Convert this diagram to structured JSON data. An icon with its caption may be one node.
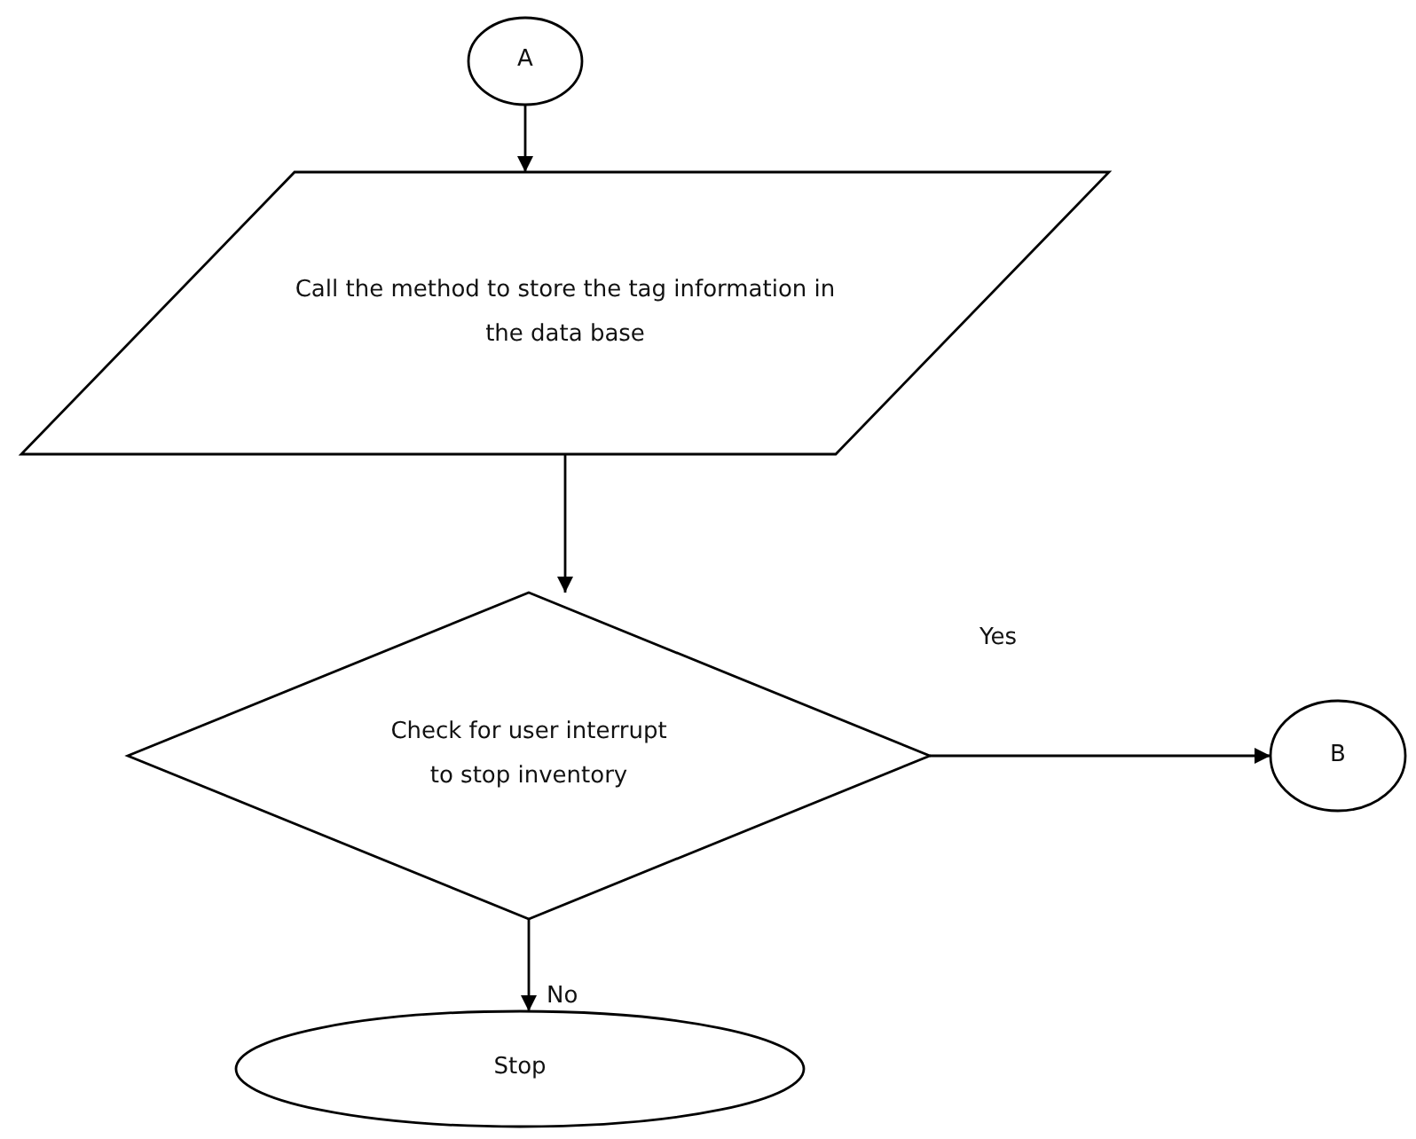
{
  "diagram": {
    "nodes": [
      {
        "text": [
          "A"
        ]
      },
      {
        "text": [
          "Call the method to store the tag information in the data base"
        ]
      },
      {
        "text": [
          "Check for user interrupt to stop inventory"
        ]
      },
      {
        "text": [
          "B"
        ]
      },
      {
        "text": [
          "Stop"
        ]
      }
    ],
    "edges": [
      {
        "from": 0,
        "to": 1,
        "arrow": "to"
      },
      {
        "from": 1,
        "to": 2,
        "arrow": "to"
      },
      {
        "from": 2,
        "to": 3,
        "arrow": "to",
        "label": "Yes"
      },
      {
        "from": 2,
        "to": 4,
        "arrow": "to",
        "label": "No"
      }
    ]
  }
}
